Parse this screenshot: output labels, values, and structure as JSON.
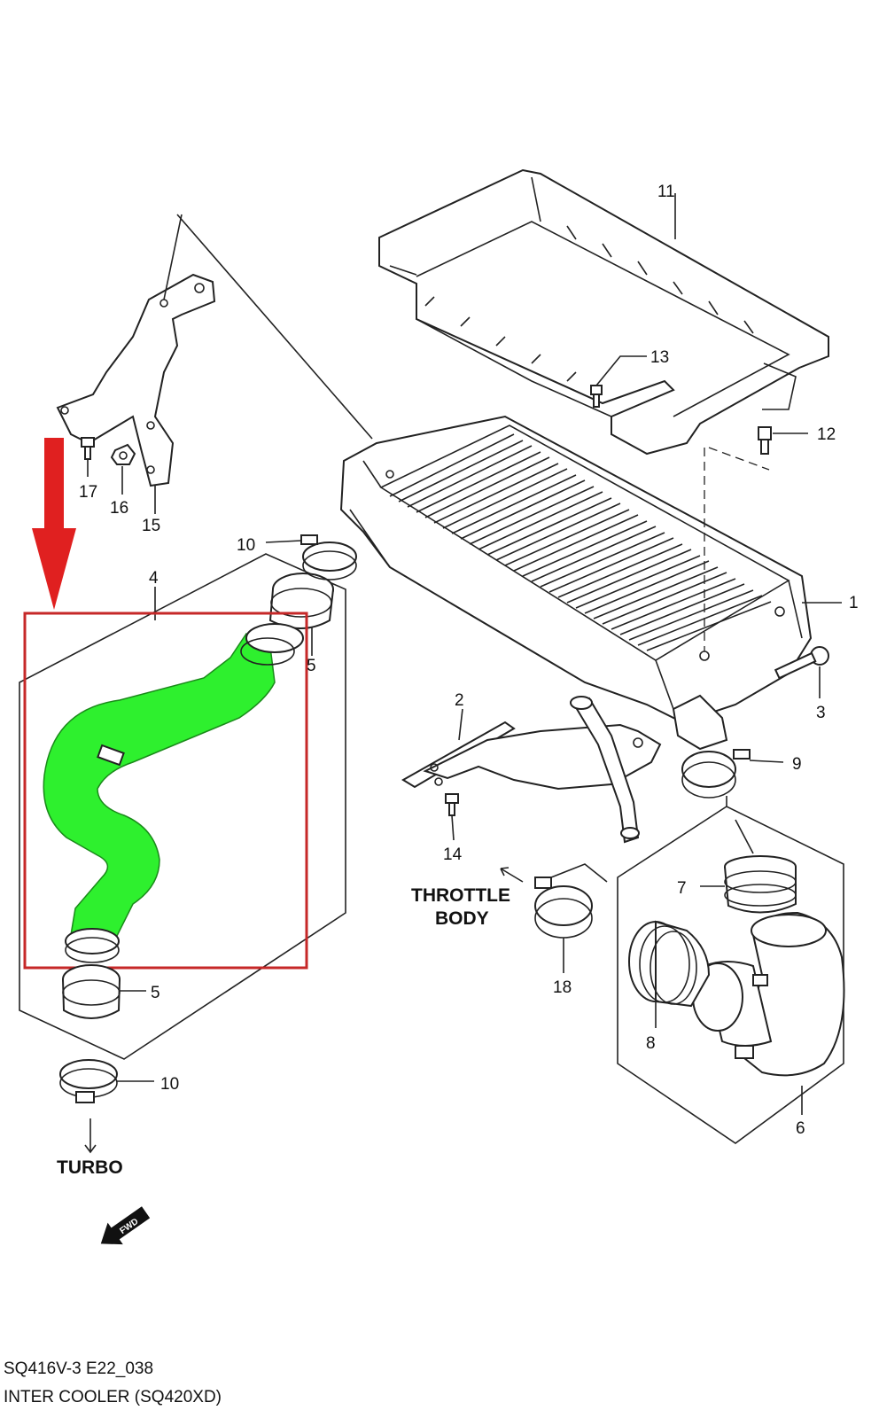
{
  "callouts": {
    "c1": "1",
    "c2": "2",
    "c3": "3",
    "c4": "4",
    "c5a": "5",
    "c5b": "5",
    "c6": "6",
    "c7": "7",
    "c8": "8",
    "c9": "9",
    "c10a": "10",
    "c10b": "10",
    "c11": "11",
    "c12": "12",
    "c13": "13",
    "c14": "14",
    "c15": "15",
    "c16": "16",
    "c17": "17",
    "c18": "18"
  },
  "labels": {
    "throttle_line1": "THROTTLE",
    "throttle_line2": "BODY",
    "turbo": "TURBO",
    "fwd": "FWD"
  },
  "footer": {
    "code": "SQ416V-3 E22_038",
    "title": "INTER COOLER  (SQ420XD)"
  },
  "colors": {
    "highlight_hose": "#2ef02e",
    "highlight_frame": "#c62828",
    "arrow": "#e02020",
    "line": "#222222"
  },
  "icons": {
    "pointer": "red-down-arrow-icon",
    "forward": "fwd-arrow-icon"
  }
}
